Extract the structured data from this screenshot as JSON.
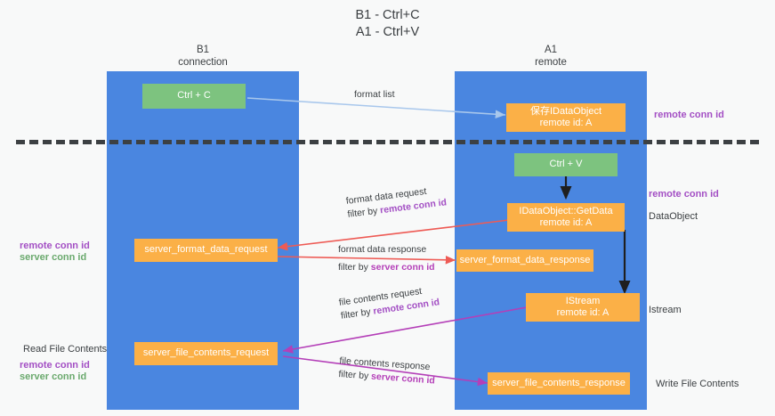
{
  "title": {
    "line1": "B1 - Ctrl+C",
    "line2": "A1 - Ctrl+V"
  },
  "lanes": [
    {
      "id": "b1",
      "name": "B1",
      "role": "connection"
    },
    {
      "id": "a1",
      "name": "A1",
      "role": "remote"
    }
  ],
  "boxes": {
    "ctrl_c": "Ctrl + C",
    "ctrl_v": "Ctrl + V",
    "save_dataobject_l1": "保存IDataObject",
    "save_dataobject_l2": "remote id: A",
    "getdata_l1": "IDataObject::GetData",
    "getdata_l2": "remote id: A",
    "istream_l1": "IStream",
    "istream_l2": "remote id: A",
    "server_format_data_request": "server_format_data_request",
    "server_format_data_response": "server_format_data_response",
    "server_file_contents_request": "server_file_contents_request",
    "server_file_contents_response": "server_file_contents_response"
  },
  "edges": {
    "format_list": "format list",
    "format_data_request": "format data request",
    "format_data_request_filter_prefix": "filter by ",
    "format_data_request_filter_key": "remote conn id",
    "format_data_response": "format data response",
    "format_data_response_filter_prefix": "filter by ",
    "format_data_response_filter_key": "server conn id",
    "file_contents_request": "file contents request",
    "file_contents_request_filter_prefix": "filter by ",
    "file_contents_request_filter_key": "remote conn id",
    "file_contents_response": "file contents response",
    "file_contents_response_filter_prefix": "filter by ",
    "file_contents_response_filter_key": "server conn id"
  },
  "right_notes": {
    "remote_conn_id_top": "remote conn id",
    "remote_conn_id_mid": "remote conn id",
    "dataobject": "DataObject",
    "istream": "Istream",
    "write_file_contents": "Write File Contents"
  },
  "left_notes": {
    "remote_conn_id_mid": "remote conn id",
    "server_conn_id_mid": "server conn id",
    "read_file_contents": "Read File Contents",
    "remote_conn_id_bottom": "remote conn id",
    "server_conn_id_bottom": "server conn id"
  },
  "colors": {
    "lane": "#4a86e0",
    "green_box": "#7dc37f",
    "orange_box": "#fbb047",
    "purple": "#a34fc4",
    "green_text": "#6aa96d",
    "red_arrow": "#ee5b55",
    "magenta_arrow": "#b43fb8",
    "light_blue_arrow": "#a8c7ec",
    "divider": "#3c4043",
    "background": "#f8f9f9"
  }
}
